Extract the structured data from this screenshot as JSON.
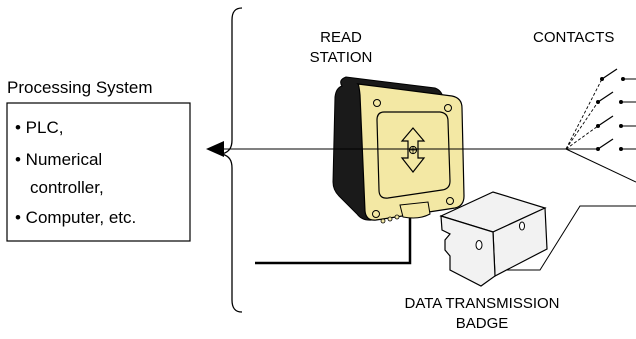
{
  "processing_system": {
    "title": "Processing System",
    "items": [
      "• PLC,",
      "• Numerical",
      "controller,",
      "• Computer, etc."
    ]
  },
  "read_station": {
    "label_line1": "READ",
    "label_line2": "STATION"
  },
  "contacts": {
    "label": "CONTACTS"
  },
  "badge": {
    "label_line1": "DATA TRANSMISSION",
    "label_line2": "BADGE"
  },
  "colors": {
    "station_body": "#f3e8a4",
    "station_frame": "#1a1a1a",
    "badge_fill": "#f2f2f2",
    "line": "#000000"
  }
}
